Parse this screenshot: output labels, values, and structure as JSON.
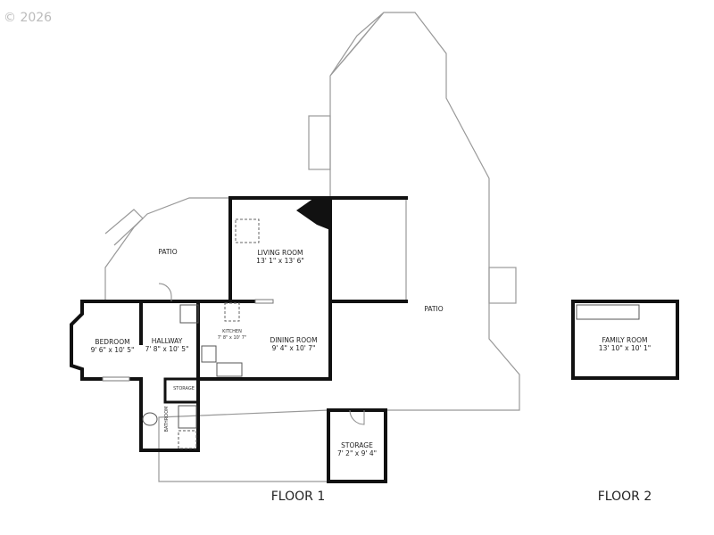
{
  "copyright": "© 2026",
  "floors": [
    {
      "label": "FLOOR 1",
      "rooms": [
        {
          "name": "PATIO",
          "dims": ""
        },
        {
          "name": "LIVING ROOM",
          "dims": "13' 1\" x 13' 6\""
        },
        {
          "name": "BEDROOM",
          "dims": "9' 6\" x 10' 5\""
        },
        {
          "name": "HALLWAY",
          "dims": "7' 8\" x 10' 5\""
        },
        {
          "name": "KITCHEN",
          "dims": "7' 8\" x 10' 7\""
        },
        {
          "name": "DINING ROOM",
          "dims": "9' 4\" x 10' 7\""
        },
        {
          "name": "STORAGE",
          "dims": ""
        },
        {
          "name": "BATHROOM",
          "dims": ""
        },
        {
          "name": "STORAGE",
          "dims": "7' 2\" x 9' 4\""
        },
        {
          "name": "PATIO",
          "dims": ""
        }
      ]
    },
    {
      "label": "FLOOR 2",
      "rooms": [
        {
          "name": "FAMILY ROOM",
          "dims": "13' 10\" x 10' 1\""
        }
      ]
    }
  ]
}
